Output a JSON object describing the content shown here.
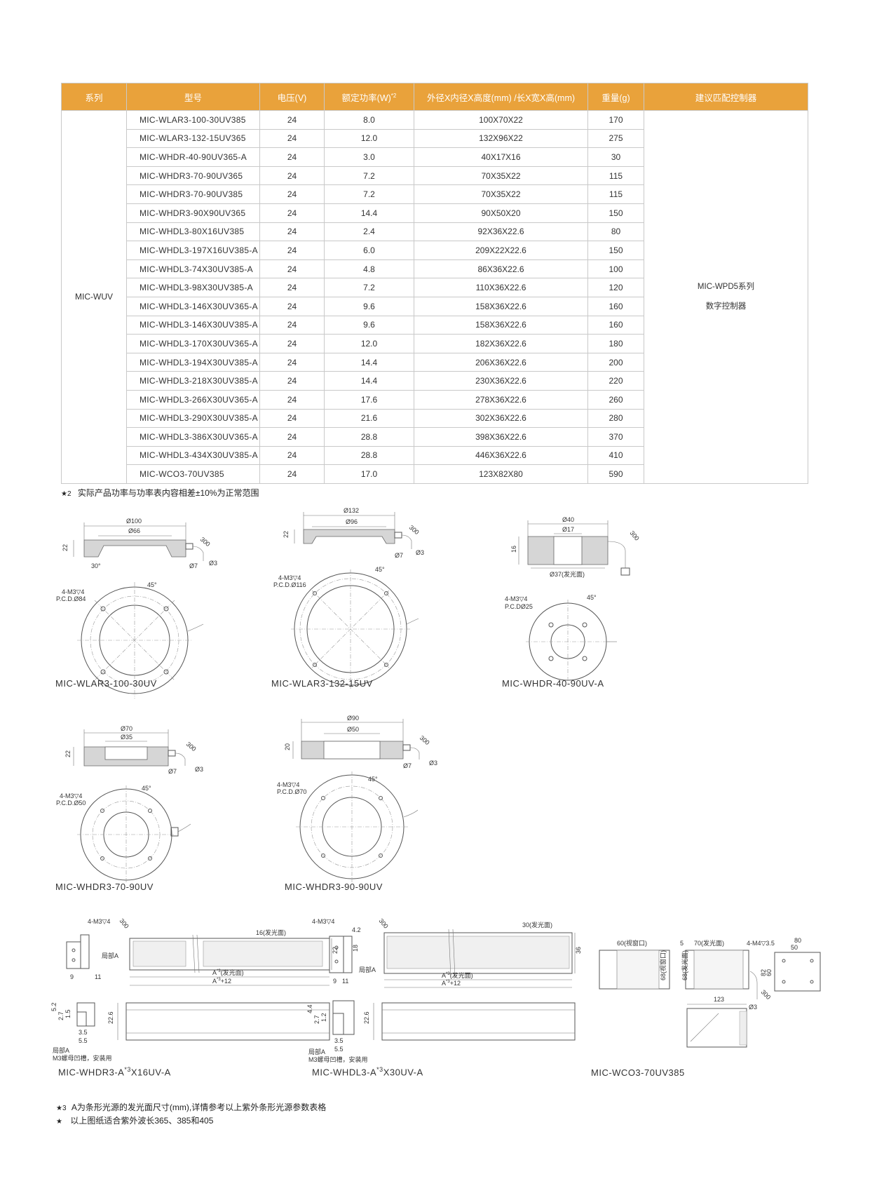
{
  "table": {
    "headers": [
      "系列",
      "型号",
      "电压(V)",
      "额定功率(W)",
      "外径X内径X高度(mm) /长X宽X高(mm)",
      "重量(g)",
      "建议匹配控制器"
    ],
    "power_superscript": "*2",
    "series": "MIC-WUV",
    "controller": [
      "MIC-WPD5系列",
      "数字控制器"
    ],
    "rows": [
      {
        "model": "MIC-WLAR3-100-30UV385",
        "voltage": "24",
        "power": "8.0",
        "size": "100X70X22",
        "weight": "170"
      },
      {
        "model": "MIC-WLAR3-132-15UV365",
        "voltage": "24",
        "power": "12.0",
        "size": "132X96X22",
        "weight": "275"
      },
      {
        "model": "MIC-WHDR-40-90UV365-A",
        "voltage": "24",
        "power": "3.0",
        "size": "40X17X16",
        "weight": "30"
      },
      {
        "model": "MIC-WHDR3-70-90UV365",
        "voltage": "24",
        "power": "7.2",
        "size": "70X35X22",
        "weight": "115"
      },
      {
        "model": "MIC-WHDR3-70-90UV385",
        "voltage": "24",
        "power": "7.2",
        "size": "70X35X22",
        "weight": "115"
      },
      {
        "model": "MIC-WHDR3-90X90UV365",
        "voltage": "24",
        "power": "14.4",
        "size": "90X50X20",
        "weight": "150"
      },
      {
        "model": "MIC-WHDL3-80X16UV385",
        "voltage": "24",
        "power": "2.4",
        "size": "92X36X22.6",
        "weight": "80"
      },
      {
        "model": "MIC-WHDL3-197X16UV385-A",
        "voltage": "24",
        "power": "6.0",
        "size": "209X22X22.6",
        "weight": "150"
      },
      {
        "model": "MIC-WHDL3-74X30UV385-A",
        "voltage": "24",
        "power": "4.8",
        "size": "86X36X22.6",
        "weight": "100"
      },
      {
        "model": "MIC-WHDL3-98X30UV385-A",
        "voltage": "24",
        "power": "7.2",
        "size": "110X36X22.6",
        "weight": "120"
      },
      {
        "model": "MIC-WHDL3-146X30UV365-A",
        "voltage": "24",
        "power": "9.6",
        "size": "158X36X22.6",
        "weight": "160"
      },
      {
        "model": "MIC-WHDL3-146X30UV385-A",
        "voltage": "24",
        "power": "9.6",
        "size": "158X36X22.6",
        "weight": "160"
      },
      {
        "model": "MIC-WHDL3-170X30UV365-A",
        "voltage": "24",
        "power": "12.0",
        "size": "182X36X22.6",
        "weight": "180"
      },
      {
        "model": "MIC-WHDL3-194X30UV385-A",
        "voltage": "24",
        "power": "14.4",
        "size": "206X36X22.6",
        "weight": "200"
      },
      {
        "model": "MIC-WHDL3-218X30UV385-A",
        "voltage": "24",
        "power": "14.4",
        "size": "230X36X22.6",
        "weight": "220"
      },
      {
        "model": "MIC-WHDL3-266X30UV365-A",
        "voltage": "24",
        "power": "17.6",
        "size": "278X36X22.6",
        "weight": "260"
      },
      {
        "model": "MIC-WHDL3-290X30UV385-A",
        "voltage": "24",
        "power": "21.6",
        "size": "302X36X22.6",
        "weight": "280"
      },
      {
        "model": "MIC-WHDL3-386X30UV365-A",
        "voltage": "24",
        "power": "28.8",
        "size": "398X36X22.6",
        "weight": "370"
      },
      {
        "model": "MIC-WHDL3-434X30UV385-A",
        "voltage": "24",
        "power": "28.8",
        "size": "446X36X22.6",
        "weight": "410"
      },
      {
        "model": "MIC-WCO3-70UV385",
        "voltage": "24",
        "power": "17.0",
        "size": "123X82X80",
        "weight": "590"
      }
    ]
  },
  "notes": {
    "note2_mark": "★2",
    "note2": "实际产品功率与功率表内容相差±10%为正常范围",
    "note3_mark": "★3",
    "note3": "A为条形光源的发光面尺寸(mm),详情参考以上紫外条形光源参数表格",
    "note4_mark": "★",
    "note4": "以上图纸适合紫外波长365、385和405"
  },
  "drawings": {
    "d1": {
      "caption": "MIC-WLAR3-100-30UV",
      "od": "Ø100",
      "id": "Ø66",
      "h": "22",
      "cable": "300",
      "c1": "Ø7",
      "c2": "Ø3",
      "angle": "30°",
      "holes": "4-M3▽4",
      "pcd": "P.C.D.Ø84",
      "deg": "45°"
    },
    "d2": {
      "caption": "MIC-WLAR3-132-15UV",
      "od": "Ø132",
      "id": "Ø96",
      "h": "22",
      "cable": "300",
      "c1": "Ø7",
      "c2": "Ø3",
      "holes": "4-M3▽4",
      "pcd": "P.C.D.Ø116",
      "deg": "45°"
    },
    "d3": {
      "caption": "MIC-WHDR-40-90UV-A",
      "od": "Ø40",
      "id": "Ø17",
      "h": "16",
      "cable": "300",
      "emit": "Ø37(发光面)",
      "holes": "4-M3▽4",
      "pcd": "P.C.DØ25",
      "deg": "45°"
    },
    "d4": {
      "caption": "MIC-WHDR3-70-90UV",
      "od": "Ø70",
      "id": "Ø35",
      "h": "22",
      "cable": "300",
      "c1": "Ø7",
      "c2": "Ø3",
      "holes": "4-M3▽4",
      "pcd": "P.C.D.Ø50",
      "deg": "45°"
    },
    "d5": {
      "caption": "MIC-WHDR3-90-90UV",
      "od": "Ø90",
      "id": "Ø50",
      "h": "20",
      "cable": "300",
      "c1": "Ø7",
      "c2": "Ø3",
      "holes": "4-M3▽4",
      "pcd": "P.C.D.Ø70",
      "deg": "45°"
    },
    "d6": {
      "caption_pre": "MIC-WHDR3-A",
      "caption_sup": "*3",
      "caption_post": "X16UV-A",
      "holes": "4-M3▽4",
      "cable": "300",
      "emit": "16(发光面)",
      "h": "22",
      "local": "局部A",
      "w1": "9",
      "w2": "11",
      "a": "A",
      "a_sup": "*3",
      "a_post": "(发光面)",
      "a12": "+12",
      "h2": "22.6",
      "s1": "5.2",
      "s2": "2.7",
      "s3": "1.5",
      "s4": "3.5",
      "s5": "5.5",
      "local2": "局部A",
      "nut": "M3螺母凹槽，安装用"
    },
    "d7": {
      "caption_pre": "MIC-WHDL3-A",
      "caption_sup": "*3",
      "caption_post": "X30UV-A",
      "holes": "4-M3▽4",
      "v42": "4.2",
      "cable": "300",
      "emit": "30(发光面)",
      "h": "36",
      "v18": "18",
      "local": "局部A",
      "w1": "9",
      "w2": "11",
      "a": "A",
      "a_sup": "*3",
      "a_post": "(发光面)",
      "a12": "+12",
      "h2": "22.6",
      "s1": "4.4",
      "s2": "2.7",
      "s3": "1.2",
      "s4": "3.5",
      "s5": "5.5",
      "local2": "局部A",
      "nut": "M3螺母凹槽，安装用"
    },
    "d8": {
      "caption": "MIC-WCO3-70UV385",
      "win": "60(视窗口)",
      "win_v": "68(视窗口)",
      "w5": "5",
      "emit": "70(发光面)",
      "emit_v": "68(发光面)",
      "holes": "4-M4▽3.5",
      "w80": "80",
      "w50": "50",
      "h82": "82",
      "h60": "60",
      "cable": "300",
      "c3": "Ø3",
      "w123": "123"
    }
  }
}
